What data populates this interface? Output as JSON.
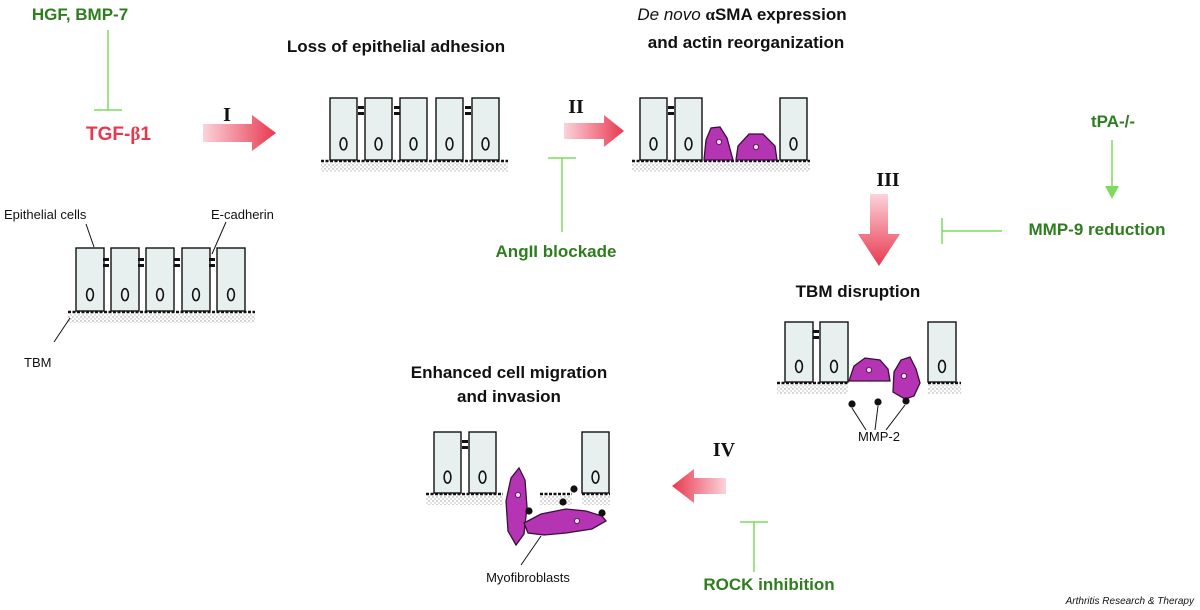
{
  "colors": {
    "green": "#2e7d1e",
    "inhibit": "#7ddc5e",
    "red": "#e8384f",
    "magenta": "#b434b4",
    "cell_fill": "#e7f0ee",
    "black": "#111111"
  },
  "inhibitors": {
    "hgf_bmp7": "HGF, BMP-7",
    "angii": "AngII blockade",
    "tpa": "tPA-/-",
    "mmp9": "MMP-9 reduction",
    "rock": "ROCK inhibition"
  },
  "tgf": {
    "prefix": "TGF-",
    "beta": "β",
    "suffix": "1"
  },
  "steps": {
    "i": "I",
    "ii": "II",
    "iii": "III",
    "iv": "IV"
  },
  "stages": {
    "loss_adhesion": "Loss of epithelial adhesion",
    "de_novo_italic": "De novo",
    "alpha": "α",
    "sma_expression": "SMA expression",
    "actin_line": "and actin reorganization",
    "tbm_disruption": "TBM disruption",
    "migration_line1": "Enhanced cell migration",
    "migration_line2": "and invasion"
  },
  "labels": {
    "epithelial_cells": "Epithelial cells",
    "e_cadherin": "E-cadherin",
    "tbm": "TBM",
    "mmp2": "MMP-2",
    "myofibroblasts": "Myofibroblasts"
  },
  "credit": "Arthritis Research & Therapy"
}
